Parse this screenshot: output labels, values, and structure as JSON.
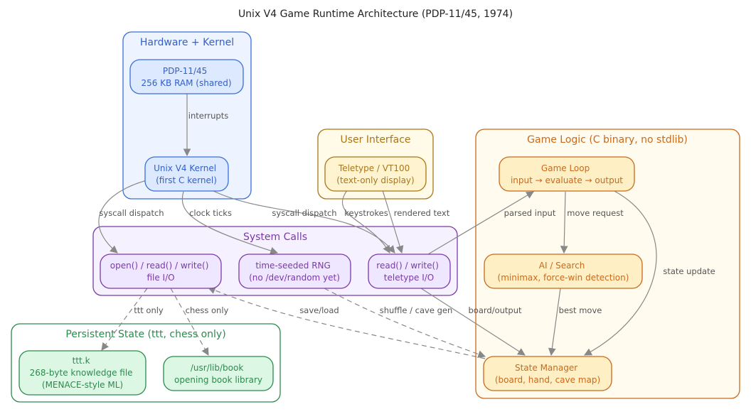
{
  "title": "Unix V4 Game Runtime Architecture (PDP-11/45, 1974)",
  "colors": {
    "hardware": {
      "stroke": "#3a6fd8",
      "fill": "#eef4ff",
      "text": "#3460c8",
      "node_fill": "#dce9ff"
    },
    "ui": {
      "stroke": "#a8761a",
      "fill": "#fffbe8",
      "text": "#a8761a",
      "node_fill": "#fff4cf"
    },
    "logic": {
      "stroke": "#c86a1e",
      "fill": "#fffbee",
      "text": "#c86a1e",
      "node_fill": "#ffefc4"
    },
    "syscalls": {
      "stroke": "#7a3aa8",
      "fill": "#f6f1ff",
      "text": "#7a3aa8",
      "node_fill": "#efe6ff"
    },
    "persist": {
      "stroke": "#2d8a4e",
      "fill": "#ffffff",
      "text": "#2d8a4e",
      "node_fill": "#dcf7e4"
    },
    "edge": "#888888"
  },
  "clusters": {
    "hardware": "Hardware + Kernel",
    "ui": "User Interface",
    "logic": "Game Logic (C binary, no stdlib)",
    "syscalls": "System Calls",
    "persist": "Persistent State (ttt, chess only)"
  },
  "nodes": {
    "pdp": [
      "PDP-11/45",
      "256 KB RAM (shared)"
    ],
    "kernel": [
      "Unix V4 Kernel",
      "(first C kernel)"
    ],
    "teletype": [
      "Teletype / VT100",
      "(text-only display)"
    ],
    "gameloop": [
      "Game Loop",
      "input → evaluate → output"
    ],
    "ai": [
      "AI / Search",
      "(minimax, force-win detection)"
    ],
    "fileio": [
      "open() / read() / write()",
      "file I/O"
    ],
    "rng": [
      "time-seeded RNG",
      "(no /dev/random yet)"
    ],
    "ttyio": [
      "read() / write()",
      "teletype I/O"
    ],
    "state": [
      "State Manager",
      "(board, hand, cave map)"
    ],
    "tttk": [
      "ttt.k",
      "268-byte knowledge file",
      "(MENACE-style ML)"
    ],
    "book": [
      "/usr/lib/book",
      "opening book library"
    ]
  },
  "edges": {
    "interrupts": "interrupts",
    "syscall_dispatch_1": "syscall dispatch",
    "clock_ticks": "clock ticks",
    "syscall_dispatch_2": "syscall dispatch",
    "keystrokes": "keystrokes",
    "rendered_text": "rendered text",
    "parsed_input": "parsed input",
    "move_request": "move request",
    "state_update": "state update",
    "best_move": "best move",
    "ttt_only": "ttt only",
    "chess_only": "chess only",
    "save_load": "save/load",
    "shuffle": "shuffle / cave gen",
    "board_output": "board/output"
  }
}
